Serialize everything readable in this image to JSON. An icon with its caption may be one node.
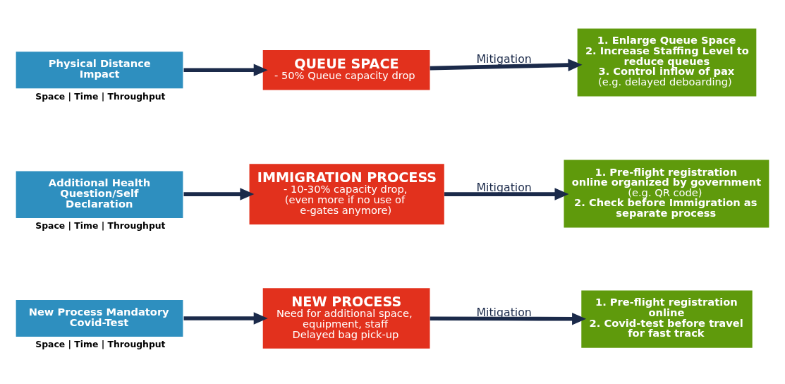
{
  "diagram": {
    "nodes": [
      {
        "text": [
          "Physical Distance Impact"
        ],
        "beside": [
          "Space | Time | Throughput"
        ]
      },
      {
        "text": [
          "QUEUE SPACE",
          "- 50% Queue capacity drop"
        ]
      },
      {
        "text": [
          "1. Enlarge Queue Space",
          "2. Increase Staffing Level to reduce queues",
          "3. Control inflow of pax",
          "(e.g. delayed deboarding)"
        ]
      },
      {
        "text": [
          "Additional Health Question/Self Declaration"
        ],
        "beside": [
          "Space | Time | Throughput"
        ]
      },
      {
        "text": [
          "IMMIGRATION PROCESS",
          "- 10-30% capacity drop, (even more if no use of e-gates anymore)"
        ]
      },
      {
        "text": [
          "1. Pre-flight registration online organized by government",
          "(e.g. QR code)",
          "2. Check before Immigration as separate process"
        ]
      },
      {
        "text": [
          "New Process Mandatory Covid-Test"
        ],
        "beside": [
          "Space | Time | Throughput"
        ]
      },
      {
        "text": [
          "NEW PROCESS",
          "Need for additional space, equipment, staff",
          "Delayed bag pick-up"
        ]
      },
      {
        "text": [
          "1. Pre-flight registration online",
          "2. Covid-test before travel for fast track"
        ]
      }
    ],
    "edges": [
      {
        "from": 0,
        "to": 1,
        "arrow": "to"
      },
      {
        "from": 1,
        "to": 2,
        "label": "Mitigation",
        "arrow": "to"
      },
      {
        "from": 3,
        "to": 4,
        "arrow": "to"
      },
      {
        "from": 4,
        "to": 5,
        "label": "Mitigation",
        "arrow": "to"
      },
      {
        "from": 6,
        "to": 7,
        "arrow": "to"
      },
      {
        "from": 7,
        "to": 8,
        "label": "Mitigation",
        "arrow": "to"
      }
    ]
  }
}
